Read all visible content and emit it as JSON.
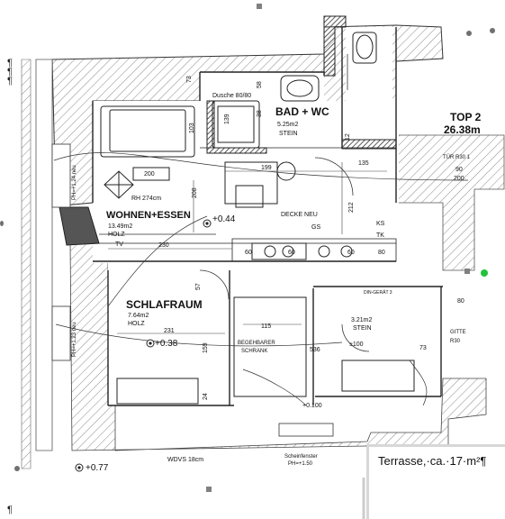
{
  "plan": {
    "rooms": {
      "bad": {
        "name": "BAD + WC",
        "area": "5.25m2",
        "floor": "STEIN"
      },
      "wohnen": {
        "name": "WOHNEN+ESSEN",
        "area": "13.49m2",
        "floor": "HOLZ"
      },
      "schlaf": {
        "name": "SCHLAFRAUM",
        "area": "7.64m2",
        "floor": "HOLZ"
      },
      "abstell": {
        "area": "3.21m2",
        "floor": "STEIN",
        "code": "DIN-GERÄT 3"
      },
      "schrank": {
        "line1": "BEGEHBARER",
        "line2": "SCHRANK"
      }
    },
    "top": {
      "label": "TOP 2",
      "area": "26.38m"
    },
    "levels": {
      "wohnen": "+0.44",
      "schlaf": "+0.38",
      "left": "+0.77",
      "bottom": "+0.100",
      "abstell": "±100"
    },
    "labels": {
      "dusche": "Dusche 80/80",
      "rh": "RH 274cm",
      "decke": "DECKE NEU",
      "tv": "TV",
      "gs": "GS",
      "ks": "KS",
      "tk": "TK",
      "wdvs": "WDVS 18cm",
      "schein1": "Scheinfenster",
      "schein2": "PH=+1.50",
      "ph1": "PH=+1.24 neu",
      "ph2": "PH=+1.23 neu",
      "tur": "TÜR R30 1",
      "gitt": "GITTE",
      "r30": "R30"
    },
    "dims": [
      "200",
      "103",
      "139",
      "58",
      "73",
      "199",
      "135",
      "90",
      "200",
      "208",
      "230",
      "212",
      "60",
      "60",
      "60",
      "80",
      "231",
      "115",
      "159",
      "57",
      "24",
      "536",
      "73",
      "80",
      "38",
      "12"
    ]
  },
  "textbox": {
    "text": "Terrasse,·ca.·17·m²¶"
  },
  "marks": {
    "para": "¶"
  }
}
